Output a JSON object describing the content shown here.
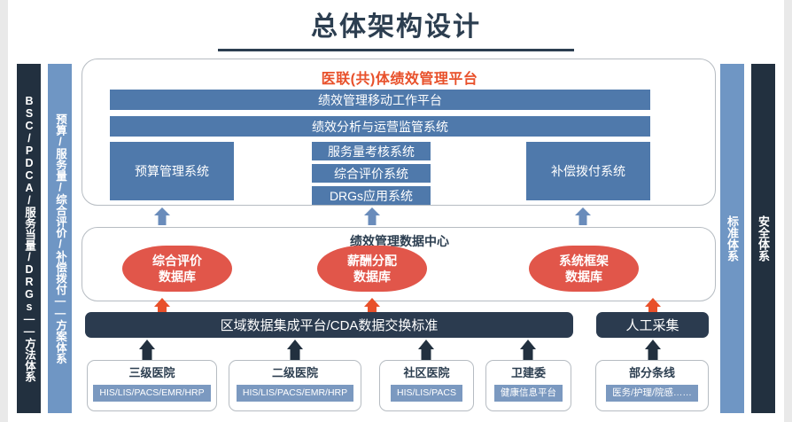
{
  "page": {
    "title": "总体架构设计"
  },
  "side_bars": {
    "left": [
      {
        "name": "method-system",
        "label": "BSC/PDCA/服务当量/DRGs——方法体系",
        "color": "#22303f"
      },
      {
        "name": "scheme-system",
        "label": "预算/服务量/综合评价/补偿拨付——方案体系",
        "color": "#6f96c4"
      }
    ],
    "right": [
      {
        "name": "standard-system",
        "label": "标准体系",
        "color": "#6f96c4"
      },
      {
        "name": "safety-system",
        "label": "安全体系",
        "color": "#22303f"
      }
    ]
  },
  "platform": {
    "title": "医联(共)体绩效管理平台",
    "title_color": "#e8502a",
    "full_bars": [
      "绩效管理移动工作平台",
      "绩效分析与运营监管系统"
    ],
    "left_box": "预算管理系统",
    "right_box": "补偿拨付系统",
    "middle_boxes": [
      "服务量考核系统",
      "综合评价系统",
      "DRGs应用系统"
    ]
  },
  "data_center": {
    "title": "绩效管理数据中心",
    "databases": [
      {
        "line1": "综合评价",
        "line2": "数据库"
      },
      {
        "line1": "薪酬分配",
        "line2": "数据库"
      },
      {
        "line1": "系统框架",
        "line2": "数据库"
      }
    ],
    "db_color": "#e1564a"
  },
  "integration": {
    "platform_label": "区域数据集成平台/CDA数据交换标准",
    "manual_label": "人工采集",
    "bar_color": "#2b3b4f"
  },
  "sources": [
    {
      "title": "三级医院",
      "tag": "HIS/LIS/PACS/EMR/HRP"
    },
    {
      "title": "二级医院",
      "tag": "HIS/LIS/PACS/EMR/HRP"
    },
    {
      "title": "社区医院",
      "tag": "HIS/LIS/PACS"
    },
    {
      "title": "卫建委",
      "tag": "健康信息平台"
    },
    {
      "title": "部分条线",
      "tag": "医务/护理/院感……"
    }
  ],
  "colors": {
    "blue_box": "#4f79ab",
    "navy": "#22303f",
    "red": "#e8502a",
    "tag_blue": "#7b99c0"
  }
}
